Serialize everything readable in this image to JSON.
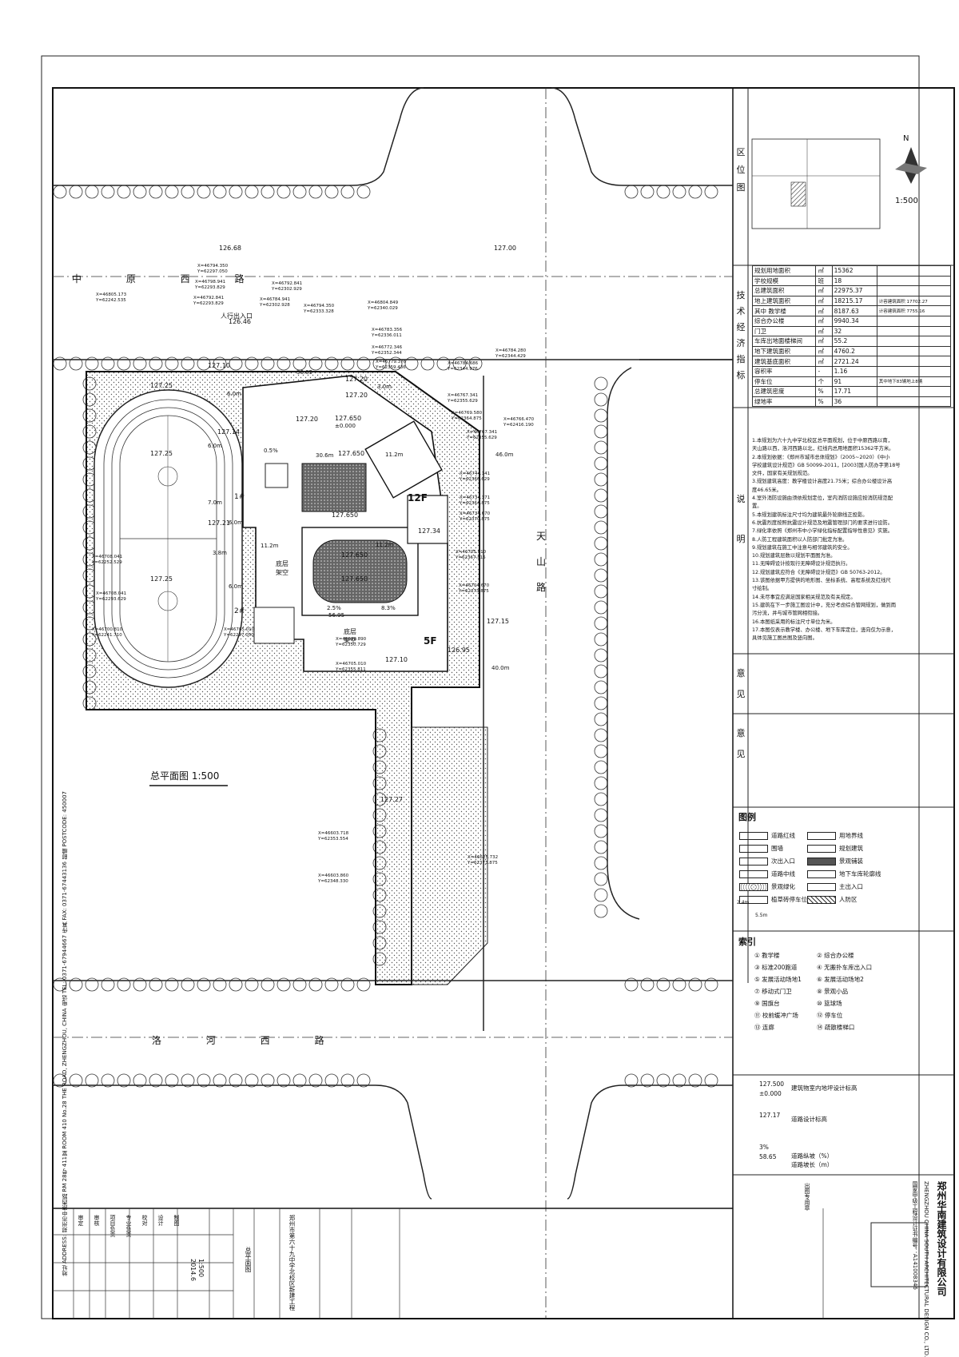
{
  "drawing": {
    "title": "总平面图 1:500",
    "roads": {
      "north": "中 原 西 路",
      "south": "洛 河 西 路",
      "east": "天 山 路"
    },
    "entrance_label": "人行出入口",
    "building_labels": {
      "b12f": "12F",
      "b5f": "5F",
      "b1f": "1#",
      "b2f": "2#",
      "pilotis1": "底层架空",
      "pilotis2": "底层架空"
    },
    "widths": [
      "6.0m",
      "11.2m",
      "11.2m",
      "11.2m",
      "30.6m",
      "6.0m",
      "6.0m",
      "3.8m",
      "6.0m",
      "46.0m",
      "40.0m",
      "3.0m",
      "7.0m"
    ],
    "elevations": [
      "126.68",
      "127.00",
      "126.46",
      "127.10",
      "127.20",
      "127.20",
      "127.14",
      "127.25",
      "127.25",
      "127.25",
      "127.21",
      "127.650",
      "127.650",
      "127.650",
      "127.650",
      "127.650",
      "127.15",
      "126.95",
      "127.10",
      "127.27",
      "127.20",
      "127.34"
    ],
    "setback": "±0.000",
    "slopes": [
      "2.5%",
      "56.95",
      "8.3%",
      "36.05",
      "0.5%"
    ],
    "coords": [
      "X=46794.350 Y=62297.050",
      "X=46798.941 Y=62293.829",
      "X=46792.841 Y=62293.829",
      "X=46792.841 Y=62302.929",
      "X=46784.941 Y=62302.928",
      "X=46794.350 Y=62333.328",
      "X=46804.849 Y=62340.029",
      "X=46783.356 Y=62336.011",
      "X=46805.173 Y=62242.535",
      "X=46772.346 Y=62352.344",
      "X=46779.376 Y=62359.436",
      "X=46784.686 Y=62344.976",
      "X=46784.280 Y=62344.429",
      "X=46767.341 Y=62355.629",
      "X=46769.580 Y=62364.875",
      "X=46766.470 Y=62416.190",
      "X=46767.341 Y=62355.629",
      "X=46744.141 Y=62360.629",
      "X=46734.371 Y=62364.875",
      "X=46734.670 Y=62370.875",
      "X=46705.010 Y=62367.815",
      "X=46704.670 Y=62373.875",
      "X=46708.041 Y=62252.529",
      "X=46708.041 Y=62293.629",
      "X=46700.810 Y=62241.710",
      "X=46705.010 Y=62297.050",
      "X=46699.890 Y=62350.729",
      "X=46705.010 Y=62355.811",
      "X=46603.718 Y=62353.554",
      "X=46625.732 Y=62373.875",
      "X=46603.860 Y=62348.330"
    ],
    "addr_strip": "地址 ADDRESS: 郑州市中原西路 RM 28号 411室 ROOM 410 No.28 THE ROAD, ZHENGZHOU, CHINA 电话 TEL: 0371-67944667 传真 FAX: 0371-67443136 邮编 POSTCODE: 450007"
  },
  "panel": {
    "location_map_label": "区位图",
    "scale": "1:500",
    "north": "N",
    "tech_label": "技术经济指标",
    "tech_rows": [
      [
        "规划用地面积",
        "㎡",
        "15362",
        ""
      ],
      [
        "学校规模",
        "班",
        "18",
        ""
      ],
      [
        "总建筑面积",
        "㎡",
        "22975.37",
        ""
      ],
      [
        "地上建筑面积",
        "㎡",
        "18215.17",
        "计容建筑面积 17702.27"
      ],
      [
        "其中 教学楼",
        "㎡",
        "8187.63",
        "计容建筑面积 7755.16"
      ],
      [
        "综合办公楼",
        "㎡",
        "9940.34",
        ""
      ],
      [
        "门卫",
        "㎡",
        "32",
        ""
      ],
      [
        "车库出地面楼梯间",
        "㎡",
        "55.2",
        ""
      ],
      [
        "地下建筑面积",
        "㎡",
        "4760.2",
        ""
      ],
      [
        "建筑基底面积",
        "㎡",
        "2721.24",
        ""
      ],
      [
        "容积率",
        "-",
        "1.16",
        ""
      ],
      [
        "停车位",
        "个",
        "91",
        "其中地下83辆地上8辆"
      ],
      [
        "总建筑密度",
        "%",
        "17.71",
        ""
      ],
      [
        "绿地率",
        "%",
        "36",
        ""
      ]
    ],
    "notes_label": "说明",
    "notes": [
      "1.本规划为六十九中学北校区总平面规划，位于中原西路以南，",
      "天山路以西，洛河西路以北，红线内总用地面积15362平方米。",
      "2.本规划依据：《郑州市城市总体规划》（2005~2020）《中小",
      "学校建筑设计规范》GB 50099-2011，[2003]国人防办字第18号",
      "文件，国家有关规划规范。",
      "3.规划建筑高度：教学楼设计高度21.75米；综合办公楼设计高",
      "度46.65米。",
      "4.室外消防设施由须依规划定位，室内消防设施应按消防规范配",
      "置。",
      "5.本规划建筑标注尺寸均为建筑最外轮廓线正投影。",
      "6.抗震烈度按照抗震设计规范及地震管理部门的要求进行设防。",
      "7.绿化率依照《郑州市中小学绿化指标配置指导性意见》实施。",
      "8.人防工程建筑面积以人防部门批定为准。",
      "9.规划建筑在施工中注意与相邻建筑的安全。",
      "10.规划建筑层数以规划平面图为准。",
      "11.无障碍设计按现行无障碍设计规范执行。",
      "12.规划建筑应符合《无障碍设计规范》GB 50763-2012。",
      "13.该图依据甲方提供的地形图、坐标系统、高程系统及红线尺",
      "寸绘制。",
      "14.未尽事宜应满足国家相关规范及有关规定。",
      "15.建筑在下一步施工图设计中，充分考虑综合管网规划，做到雨",
      "污分流，并与城市管网相衔接。",
      "16.本图纸采用的标注尺寸单位为米。",
      "17.本图仅表示教学楼、办公楼、地下车库定位，竖向仅为示意，",
      "具体见施工图总图及竖向图。"
    ],
    "opinion1_label": "意见",
    "opinion2_label": "意见",
    "legend_title": "图例",
    "legend": [
      [
        "道路红线",
        "用地界线"
      ],
      [
        "围墙",
        "规划建筑"
      ],
      [
        "次出入口",
        "景观铺装"
      ],
      [
        "道路中线",
        "地下车库轮廓线"
      ],
      [
        "景观绿化",
        "主出入口"
      ],
      [
        "植草砖停车位",
        "人防区"
      ]
    ],
    "parking_dims": [
      "2.4m",
      "5.5m"
    ],
    "index_title": "索引",
    "index": [
      [
        "① 教学楼",
        "② 综合办公楼"
      ],
      [
        "③ 标准200跑道",
        "④ 无搬扑车库出入口"
      ],
      [
        "⑤ 发展活动场地1",
        "⑥ 发展活动场地2"
      ],
      [
        "⑦ 移动式门卫",
        "⑧ 景观小品"
      ],
      [
        "⑨ 国旗台",
        "⑩ 篮球场"
      ],
      [
        "⑪ 校前缓冲广场",
        "⑫ 停车位"
      ],
      [
        "⑬ 连廊",
        "⑭ 疏散楼梯口"
      ]
    ],
    "marks": [
      [
        "127.500",
        "±0.000",
        "建筑物室内地坪设计标高"
      ],
      [
        "127.17",
        "",
        "道路设计标高"
      ],
      [
        "3%",
        "58.65",
        "道路纵坡（%）/道路坡长（m）"
      ]
    ],
    "mark_desc_1": "道路纵坡（%）",
    "mark_desc_2": "道路坡长（m）",
    "company_cn": "郑州华南建筑设计有限公司",
    "company_en": "ZHENGZHOU CHINA SOUTH ARCHITECTURAL DESIGN CO., LTD.",
    "cert": "国家甲级工程设计证书编号：A141008346",
    "stamp": "出图专用章",
    "tb_project": "郑州市第六十九中学北校区新建工程",
    "tb_drawing": "总平面图",
    "tb_scale": "1:500",
    "tb_date": "2014.6",
    "tb_roles": [
      "审定",
      "审核",
      "项目负责",
      "专业负责",
      "校对",
      "设计",
      "制图"
    ]
  },
  "colors": {
    "line": "#1a1a1a",
    "paper": "#ffffff"
  }
}
